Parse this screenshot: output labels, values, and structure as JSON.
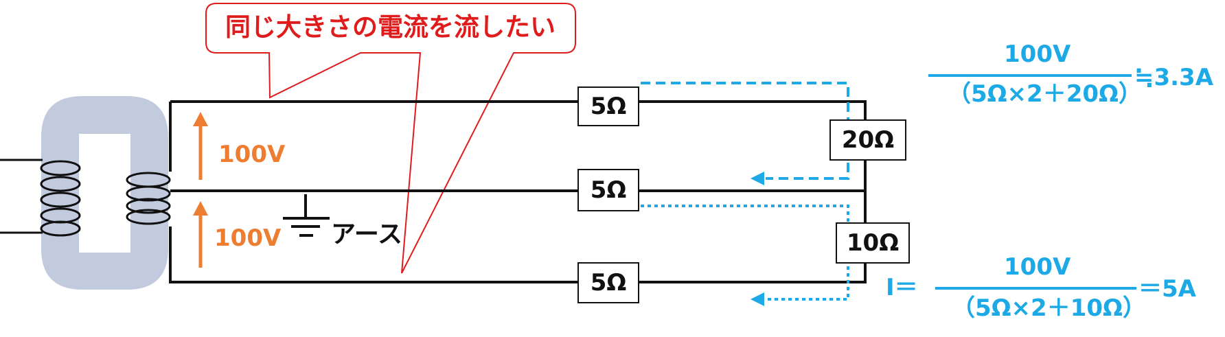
{
  "callout": {
    "text": "同じ大きさの電流を流したい"
  },
  "sources": {
    "upper_voltage": "100V",
    "lower_voltage": "100V"
  },
  "earth": {
    "label": "アース"
  },
  "resistors": {
    "top": "5Ω",
    "middle": "5Ω",
    "bottom": "5Ω",
    "right_upper": "20Ω",
    "right_lower": "10Ω"
  },
  "formula_upper": {
    "numerator": "100V",
    "denominator": "（5Ω×2＋20Ω）",
    "result": "≒3.3A"
  },
  "formula_lower": {
    "prefix": "I＝",
    "numerator": "100V",
    "denominator": "（5Ω×2＋10Ω）",
    "result": "＝5A"
  },
  "colors": {
    "wire": "#111111",
    "core": "#C2CBDE",
    "voltage": "#ED7D31",
    "current": "#1CA9E6",
    "callout": "#E01B1B"
  }
}
